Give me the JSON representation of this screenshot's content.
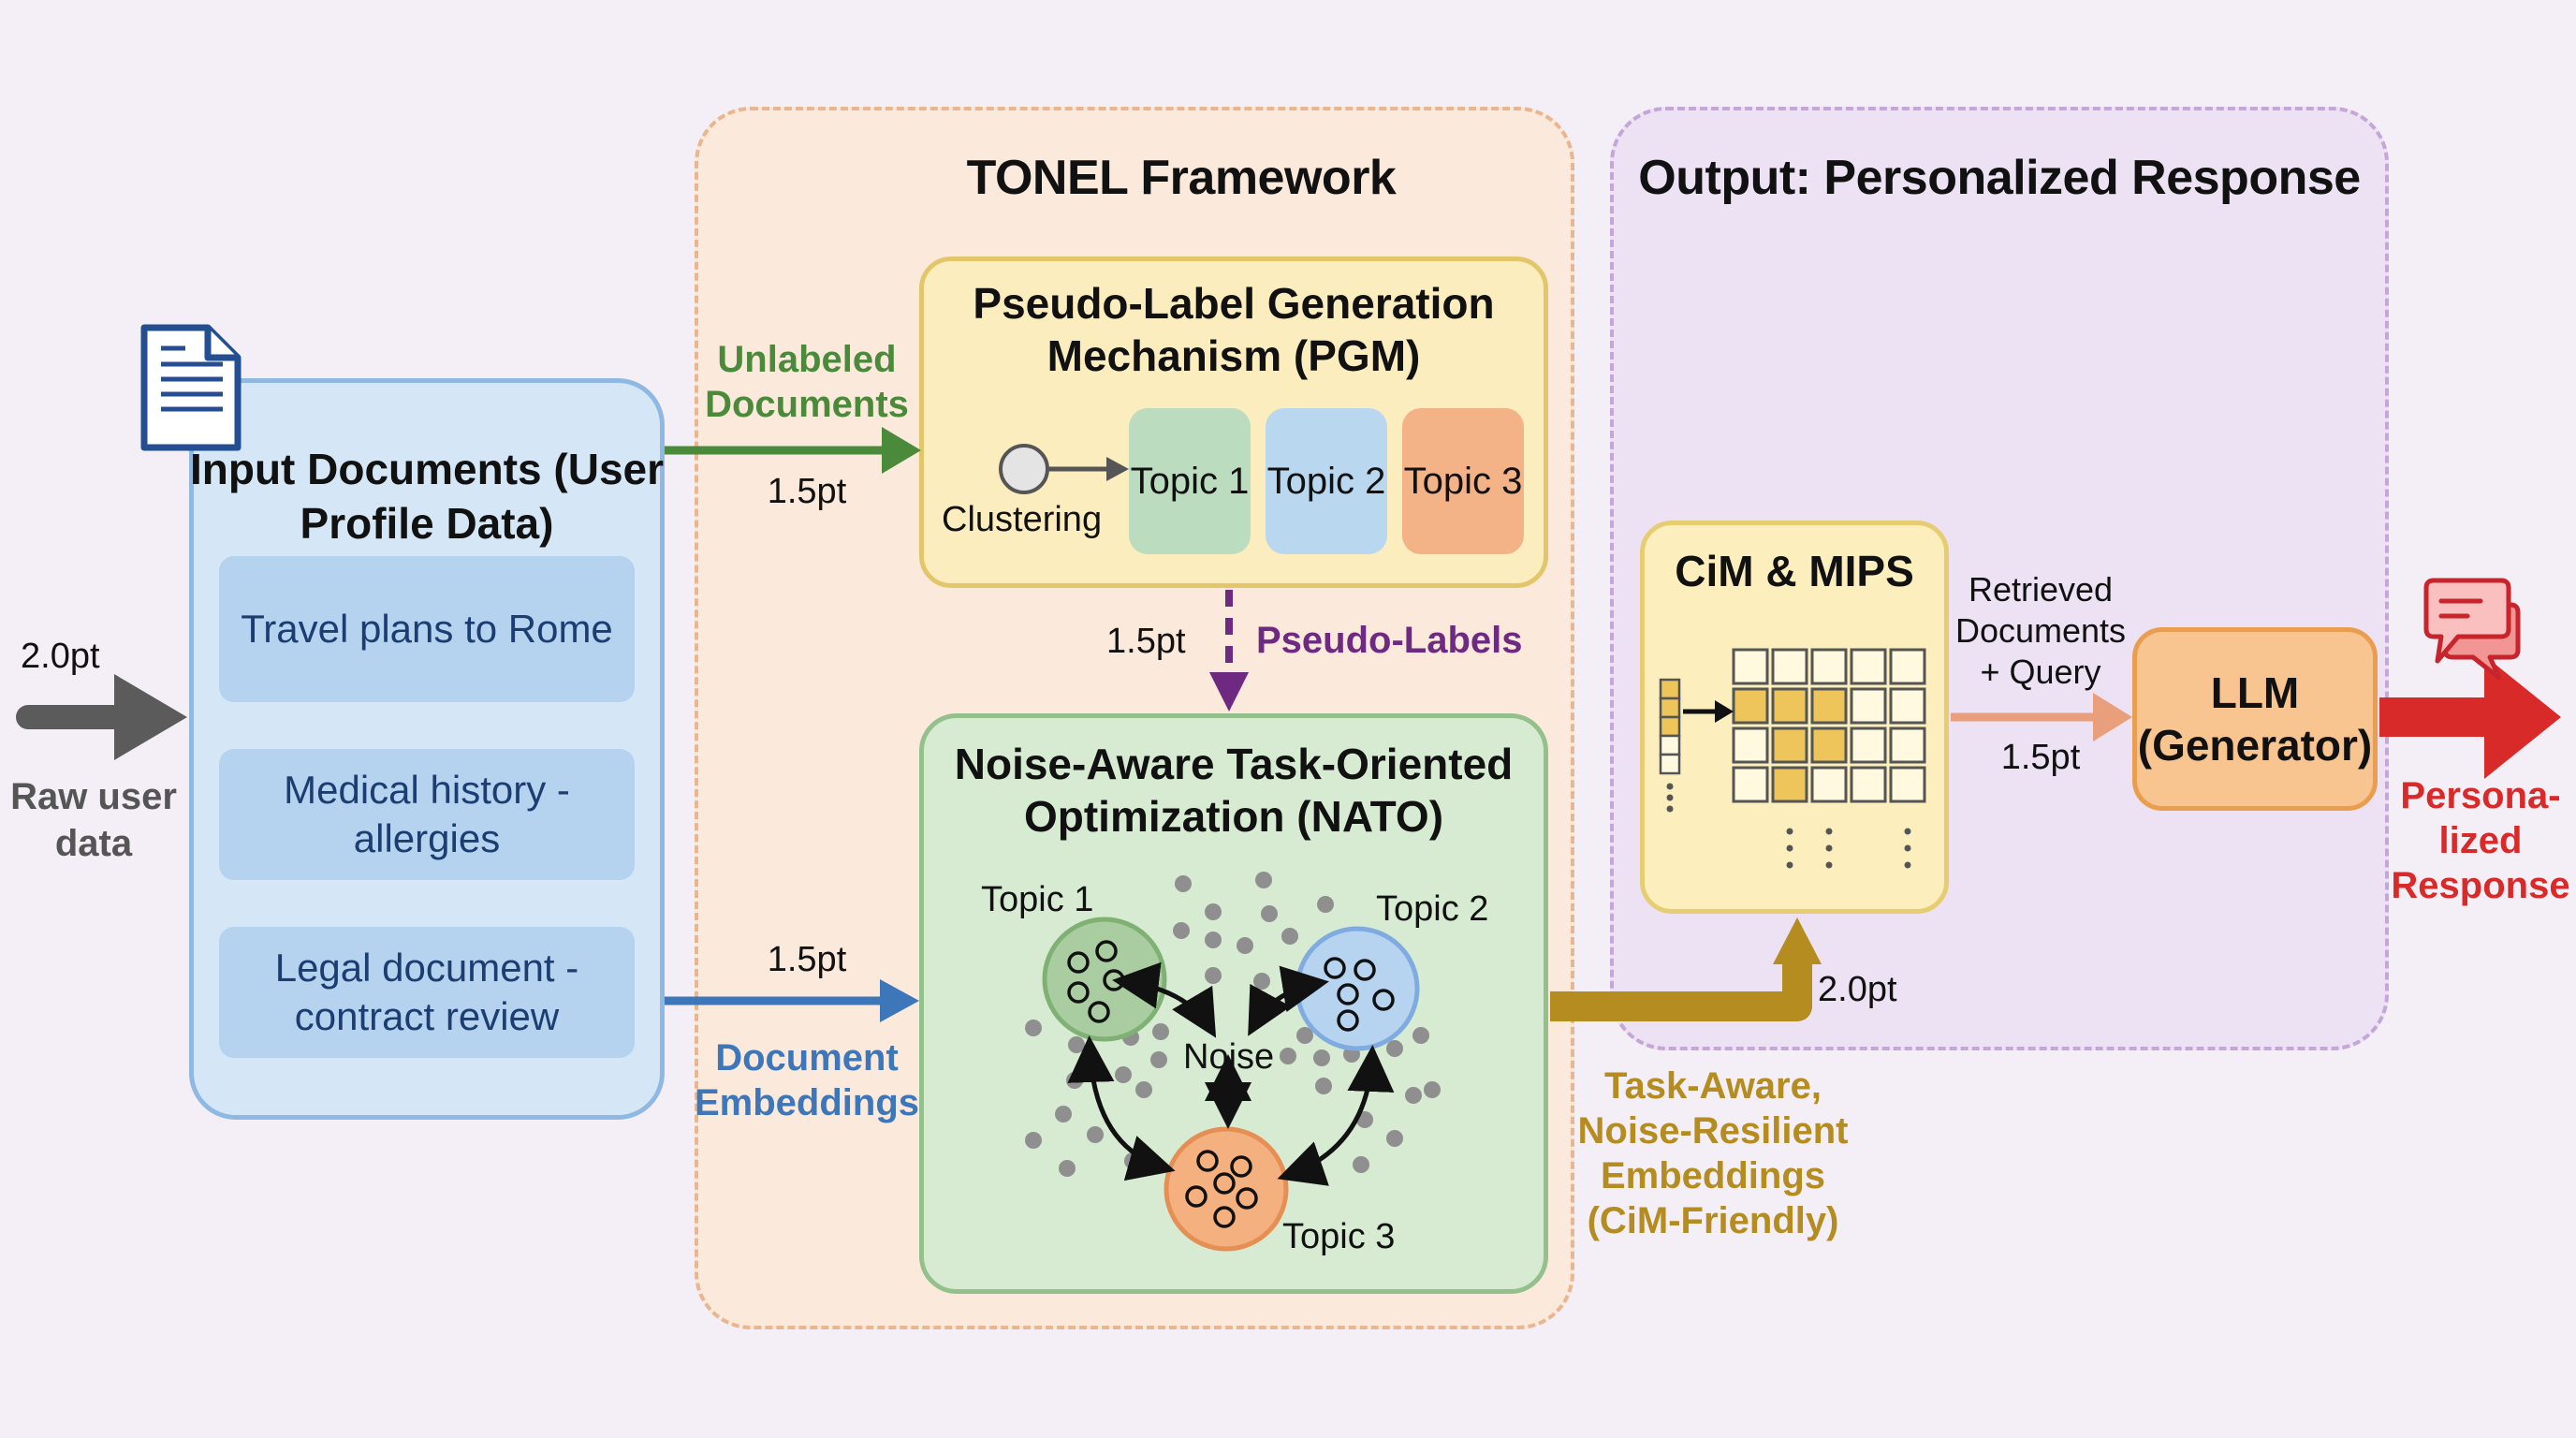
{
  "input": {
    "raw_label": "Raw user data",
    "raw_weight": "2.0pt",
    "title": "Input Documents (User Profile Data)",
    "documents": [
      "Travel plans to Rome",
      "Medical history - allergies",
      "Legal document - contract review"
    ]
  },
  "tonel": {
    "title": "TONEL Framework",
    "unlabeled_label": "Unlabeled Documents",
    "unlabeled_weight": "1.5pt",
    "embeddings_label": "Document Embeddings",
    "embeddings_weight": "1.5pt",
    "pgm": {
      "title": "Pseudo-Label Generation Mechanism (PGM)",
      "clustering_label": "Clustering",
      "topics": [
        {
          "label": "Topic 1",
          "color": "#bcdcbf"
        },
        {
          "label": "Topic 2",
          "color": "#b9d8f0"
        },
        {
          "label": "Topic 3",
          "color": "#f4b287"
        }
      ]
    },
    "pseudo_labels": "Pseudo-Labels",
    "pseudo_weight": "1.5pt",
    "nato": {
      "title": "Noise-Aware Task-Oriented Optimization (NATO)",
      "topics": [
        "Topic 1",
        "Topic 2",
        "Topic 3"
      ],
      "noise_label": "Noise"
    }
  },
  "embeddings_out": {
    "label": "Task-Aware, Noise-Resilient Embeddings (CiM-Friendly)",
    "weight": "2.0pt"
  },
  "output": {
    "title": "Output: Personalized Response",
    "cim_title": "CiM & MIPS",
    "retrieved_label": "Retrieved Documents + Query",
    "retrieved_weight": "1.5pt",
    "llm_title": "LLM (Generator)",
    "response_label": "Persona- lized Response"
  },
  "colors": {
    "green": "#4a8a3a",
    "blue": "#3d76b9",
    "purple": "#6e2a80",
    "gold": "#b48c1f",
    "red": "#d92a2a",
    "salmon": "#e99f7b"
  }
}
